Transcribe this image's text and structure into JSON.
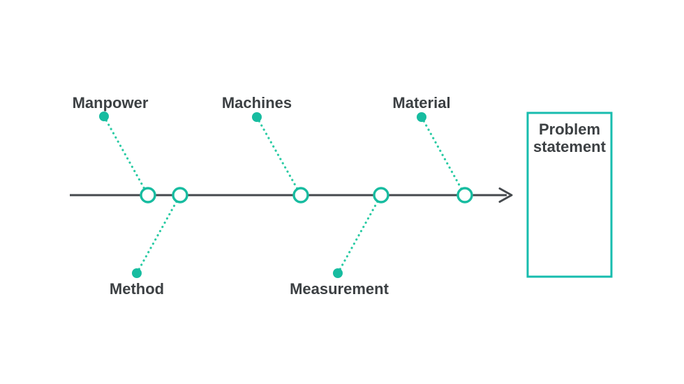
{
  "colors": {
    "accent_teal": "#17bca0",
    "dotted_line_teal": "#2bcba4",
    "box_border_teal": "#17bcae",
    "spine_dark": "#45494d",
    "text_dark": "#3c4043",
    "background": "#ffffff"
  },
  "icons": {
    "spine_arrowhead": "→"
  },
  "diagram": {
    "type": "fishbone",
    "branches": [
      {
        "label": "Manpower",
        "side": "top"
      },
      {
        "label": "Machines",
        "side": "top"
      },
      {
        "label": "Material",
        "side": "top"
      },
      {
        "label": "Method",
        "side": "bottom"
      },
      {
        "label": "Measurement",
        "side": "bottom"
      }
    ],
    "problem_box": {
      "lines": [
        "Problem",
        "statement"
      ]
    }
  }
}
